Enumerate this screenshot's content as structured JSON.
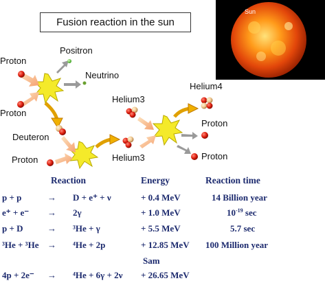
{
  "title": "Fusion reaction in the sun",
  "sun_image_label": "Sun",
  "diagram_labels": {
    "proton_top": "Proton",
    "proton_mid": "Proton",
    "positron": "Positron",
    "neutrino": "Neutrino",
    "deuteron": "Deuteron",
    "proton_low": "Proton",
    "helium3_top": "Helium3",
    "helium3_bottom": "Helium3",
    "helium4": "Helium4",
    "proton_out1": "Proton",
    "proton_out2": "Proton"
  },
  "table": {
    "headers": {
      "reaction": "Reaction",
      "energy": "Energy",
      "time": "Reaction time"
    },
    "rows": [
      {
        "lhs": "p + p",
        "rhs": "D + e⁺ + ν",
        "energy": "+ 0.4 MeV",
        "time_pre": "14  Billion year",
        "time_sup": "",
        "time_post": ""
      },
      {
        "lhs": "e⁺ + e⁻",
        "rhs": "2γ",
        "energy": "+ 1.0 MeV",
        "time_pre": "10",
        "time_sup": "-19",
        "time_post": " sec"
      },
      {
        "lhs": "p +  D",
        "rhs": "³He + γ",
        "energy": "+ 5.5 MeV",
        "time_pre": "5.7 sec",
        "time_sup": "",
        "time_post": ""
      },
      {
        "lhs": "³He + ³He",
        "rhs": "⁴He + 2p",
        "energy": "+ 12.85 MeV",
        "time_pre": "100 Million year",
        "time_sup": "",
        "time_post": ""
      },
      {
        "lhs": "4p + 2e⁻",
        "rhs": "⁴He + 6γ + 2ν",
        "energy": "+ 26.65 MeV",
        "time_pre": "",
        "time_sup": "",
        "time_post": ""
      }
    ],
    "arrow": "→",
    "extra_label": "Sam"
  }
}
